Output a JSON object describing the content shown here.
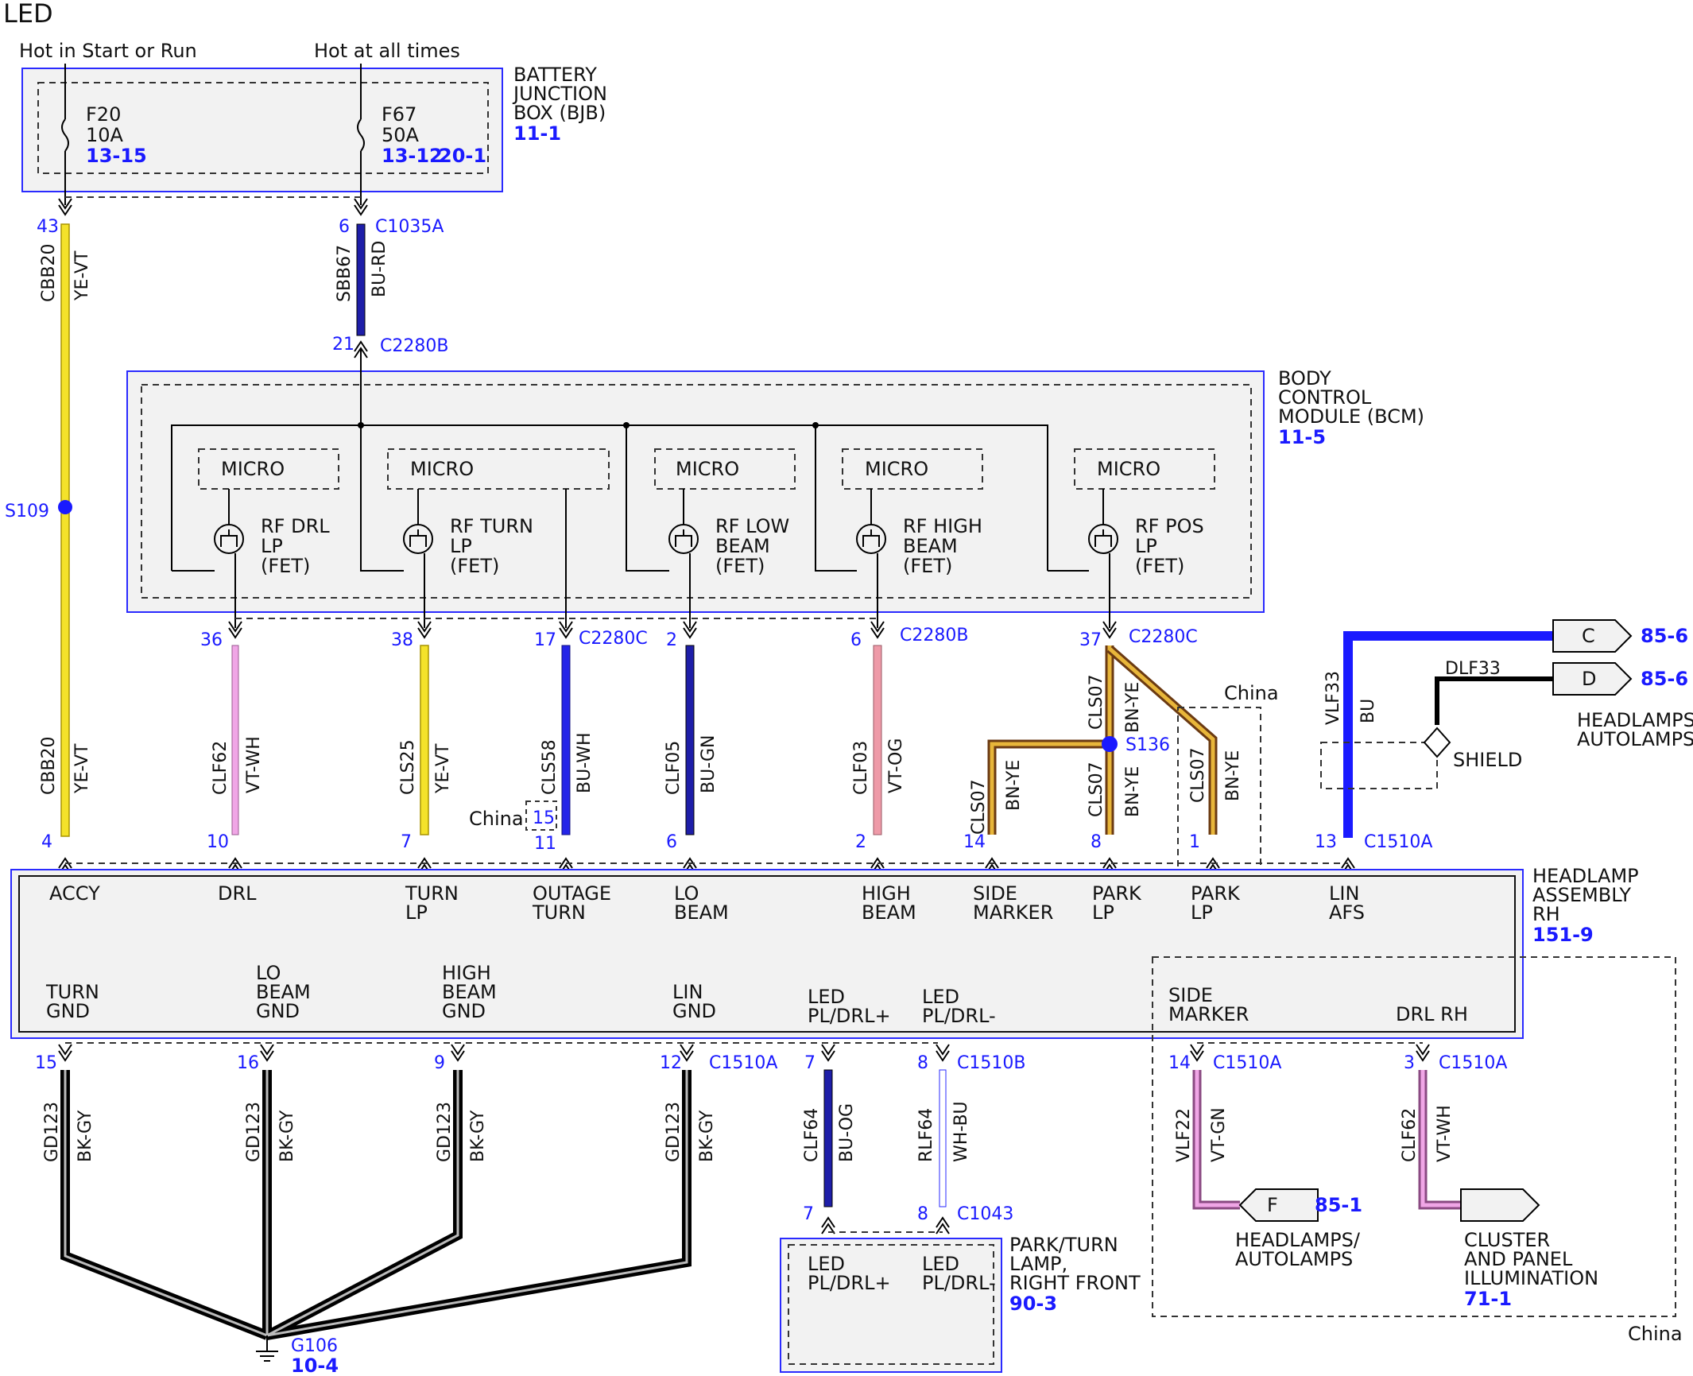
{
  "title": "LED",
  "power": {
    "start_run": "Hot in Start or Run",
    "all_times": "Hot at all times"
  },
  "bjb": {
    "name": [
      "BATTERY",
      "JUNCTION",
      "BOX (BJB)"
    ],
    "ref": "11-1",
    "fuses": [
      {
        "id": "F20",
        "rating": "10A",
        "ref": "13-15"
      },
      {
        "id": "F67",
        "rating": "50A",
        "ref": "13-12",
        "ref2": "20-1"
      }
    ]
  },
  "bcm": {
    "name": [
      "BODY",
      "CONTROL",
      "MODULE (BCM)"
    ],
    "ref": "11-5",
    "micro": "MICRO",
    "fets": [
      [
        "RF DRL",
        "LP",
        "(FET)"
      ],
      [
        "RF TURN",
        "LP",
        "(FET)"
      ],
      [
        "RF LOW",
        "BEAM",
        "(FET)"
      ],
      [
        "RF HIGH",
        "BEAM",
        "(FET)"
      ],
      [
        "RF POS",
        "LP",
        "(FET)"
      ]
    ]
  },
  "wires_top": [
    {
      "pin": "43",
      "circuit": "CBB20",
      "color": "YE-VT"
    },
    {
      "pin": "6",
      "conn": "C1035A",
      "circuit": "SBB67",
      "color": "BU-RD",
      "pin2": "21",
      "conn2": "C2280B"
    }
  ],
  "splices": {
    "s109": "S109",
    "s136": "S136"
  },
  "bcm_out": [
    {
      "pin": "36",
      "circuit": "CLF62",
      "color": "VT-WH",
      "hpin": "10"
    },
    {
      "pin": "38",
      "circuit": "CLS25",
      "color": "YE-VT",
      "hpin": "7"
    },
    {
      "pin": "17",
      "conn": "C2280C",
      "circuit": "CLS58",
      "color": "BU-WH",
      "hpin": "11",
      "china": "China",
      "china_pin": "15"
    },
    {
      "pin": "2",
      "circuit": "CLF05",
      "color": "BU-GN",
      "hpin": "6"
    },
    {
      "pin": "6",
      "conn": "C2280B",
      "circuit": "CLF03",
      "color": "VT-OG",
      "hpin": "2"
    },
    {
      "pin": "37",
      "conn": "C2280C",
      "circuit": "CLS07",
      "color": "BN-YE"
    }
  ],
  "cls07": [
    {
      "circuit": "CLS07",
      "color": "BN-YE",
      "hpin": "14"
    },
    {
      "circuit": "CLS07",
      "color": "BN-YE",
      "hpin": "8"
    },
    {
      "circuit": "CLS07",
      "color": "BN-YE",
      "hpin": "1",
      "china": "China"
    }
  ],
  "vlf33": {
    "circuit": "VLF33",
    "color": "BU",
    "hpin": "13",
    "conn": "C1510A"
  },
  "dlf33": {
    "circuit": "DLF33",
    "shield": "SHIELD"
  },
  "ext_c": {
    "letter": "C",
    "ref": "85-6"
  },
  "ext_d": {
    "letter": "D",
    "ref": "85-6",
    "label": [
      "HEADLAMPS/",
      "AUTOLAMPS"
    ]
  },
  "headlamp": {
    "name": [
      "HEADLAMP",
      "ASSEMBLY",
      "RH"
    ],
    "ref": "151-9",
    "top_pins": [
      [
        "ACCY"
      ],
      [
        "DRL"
      ],
      [
        "TURN",
        "LP"
      ],
      [
        "OUTAGE",
        "TURN"
      ],
      [
        "LO",
        "BEAM"
      ],
      [
        "HIGH",
        "BEAM"
      ],
      [
        "SIDE",
        "MARKER"
      ],
      [
        "PARK",
        "LP"
      ],
      [
        "PARK",
        "LP"
      ],
      [
        "LIN",
        "AFS"
      ]
    ],
    "bottom_pins": [
      [
        "TURN",
        "GND"
      ],
      [
        "LO",
        "BEAM",
        "GND"
      ],
      [
        "HIGH",
        "BEAM",
        "GND"
      ],
      [
        "LIN",
        "GND"
      ],
      [
        "LED",
        "PL/DRL+"
      ],
      [
        "LED",
        "PL/DRL-"
      ],
      [
        "SIDE",
        "MARKER"
      ],
      [
        "DRL RH"
      ]
    ]
  },
  "ground": [
    {
      "pin": "15",
      "circuit": "GD123",
      "color": "BK-GY"
    },
    {
      "pin": "16",
      "circuit": "GD123",
      "color": "BK-GY"
    },
    {
      "pin": "9",
      "circuit": "GD123",
      "color": "BK-GY"
    },
    {
      "pin": "12",
      "circuit": "GD123",
      "color": "BK-GY",
      "conn": "C1510A"
    }
  ],
  "g106": {
    "name": "G106",
    "ref": "10-4"
  },
  "led_wires": [
    {
      "pin": "7",
      "circuit": "CLF64",
      "color": "BU-OG",
      "pin2": "7"
    },
    {
      "pin": "8",
      "conn": "C1510B",
      "circuit": "RLF64",
      "color": "WH-BU",
      "pin2": "8",
      "conn2": "C1043"
    }
  ],
  "parkturn": {
    "name": [
      "PARK/TURN",
      "LAMP,",
      "RIGHT FRONT"
    ],
    "ref": "90-3",
    "pins": [
      [
        "LED",
        "PL/DRL+"
      ],
      [
        "LED",
        "PL/DRL-"
      ]
    ]
  },
  "china_wires": [
    {
      "pin": "14",
      "conn": "C1510A",
      "circuit": "VLF22",
      "color": "VT-GN",
      "letter": "F",
      "ref": "85-1",
      "label": [
        "HEADLAMPS/",
        "AUTOLAMPS"
      ]
    },
    {
      "pin": "3",
      "conn": "C1510A",
      "circuit": "CLF62",
      "color": "VT-WH",
      "label": [
        "CLUSTER",
        "AND PANEL",
        "ILLUMINATION"
      ],
      "ref": "71-1"
    }
  ],
  "china_label": "China"
}
